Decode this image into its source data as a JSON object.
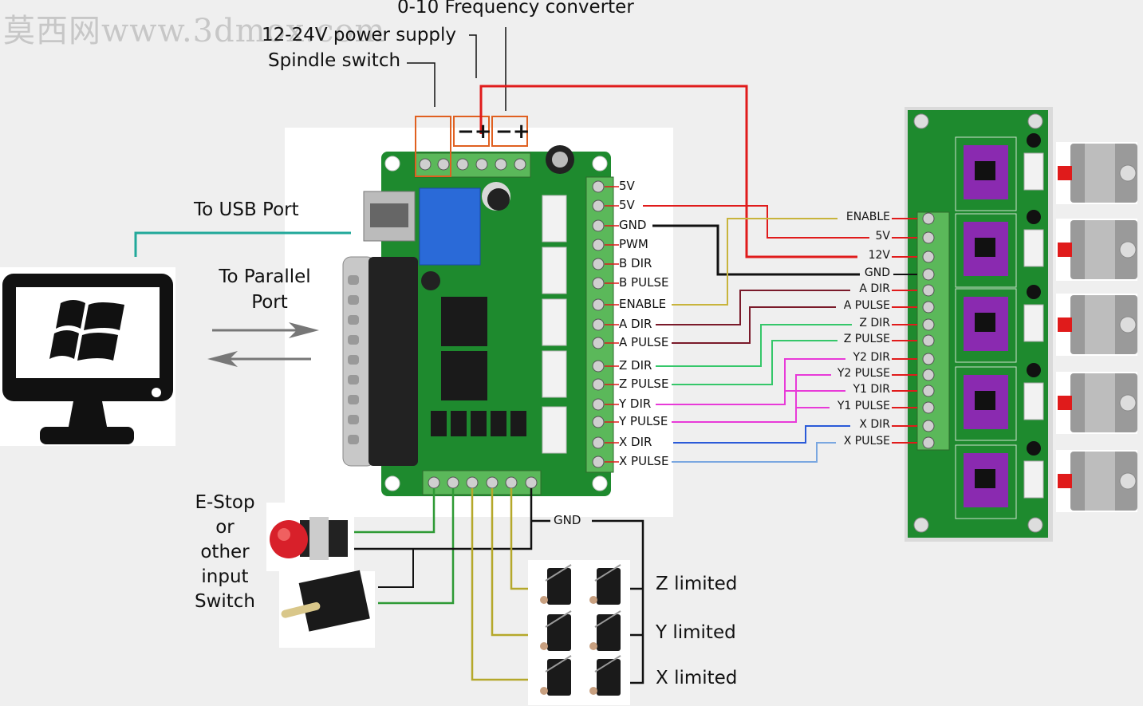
{
  "watermark": "莫西网www.3dmox.com",
  "top_labels": {
    "freq": "0-10 Frequency converter",
    "power": "12-24V power supply",
    "spindle": "Spindle switch",
    "minus_plus_1": "−+",
    "minus_plus_2": "−+"
  },
  "left_labels": {
    "usb": "To USB Port",
    "parallel_1": "To Parallel",
    "parallel_2": "Port"
  },
  "estop_label": [
    "E-Stop",
    "or",
    "other",
    "input",
    "Switch"
  ],
  "board_pins": [
    "5V",
    "5V",
    "GND",
    "PWM",
    "B DIR",
    "B PULSE",
    "ENABLE",
    "A DIR",
    "A PULSE",
    "Z DIR",
    "Z PULSE",
    "Y DIR",
    "Y PULSE",
    "X DIR",
    "X PULSE"
  ],
  "driver_pins": [
    "ENABLE",
    "5V",
    "12V",
    "GND",
    "A DIR",
    "A PULSE",
    "Z DIR",
    "Z PULSE",
    "Y2 DIR",
    "Y2 PULSE",
    "Y1 DIR",
    "Y1 PULSE",
    "X DIR",
    "X PULSE"
  ],
  "bottom_gnd": "GND",
  "limits": [
    "Z limited",
    "Y limited",
    "X limited"
  ],
  "colors": {
    "red": "#e01b1b",
    "black": "#111111",
    "olive": "#c8b43c",
    "maroon": "#7a1a2a",
    "green": "#35c76a",
    "magenta": "#e83ad8",
    "blue": "#2a5ad8",
    "lightblue": "#7aa7e0",
    "teal": "#21a89a",
    "pcb": "#1e8a2e",
    "terminal": "#5bb85a",
    "driver": "#8a2ab0"
  }
}
